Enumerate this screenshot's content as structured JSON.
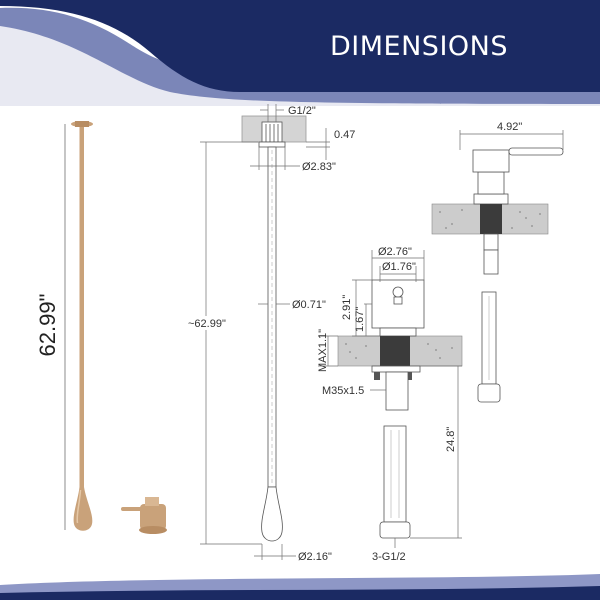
{
  "header": {
    "title": "DIMENSIONS"
  },
  "colors": {
    "navy": "#1b2a63",
    "periwinkle": "#7b86b8",
    "gold": "#c9a27a",
    "line": "#6f6f6f",
    "stone": "#c9c9c9"
  },
  "product_photo": {
    "height_label": "62.99\""
  },
  "spout_drawing": {
    "thread_label": "G1/2\"",
    "base_thickness_label": "0.47",
    "base_diameter_label": "Ø2.83\"",
    "pipe_diameter_label": "Ø0.71\"",
    "length_label": "~62.99\"",
    "tip_diameter_label": "Ø2.16\""
  },
  "mixer_side": {
    "handle_width_label": "4.92\""
  },
  "mixer_front": {
    "outer_diameter_label": "Ø2.76\"",
    "inner_diameter_label": "Ø1.76\"",
    "body_height_label": "2.91\"",
    "cap_height_label": "1.67\"",
    "max_counter_label": "MAX1.1\"",
    "thread_label": "M35x1.5",
    "hose_length_label": "24.8\"",
    "inlet_label": "3-G1/2"
  },
  "icons": [
    "spout-icon",
    "mixer-icon"
  ]
}
